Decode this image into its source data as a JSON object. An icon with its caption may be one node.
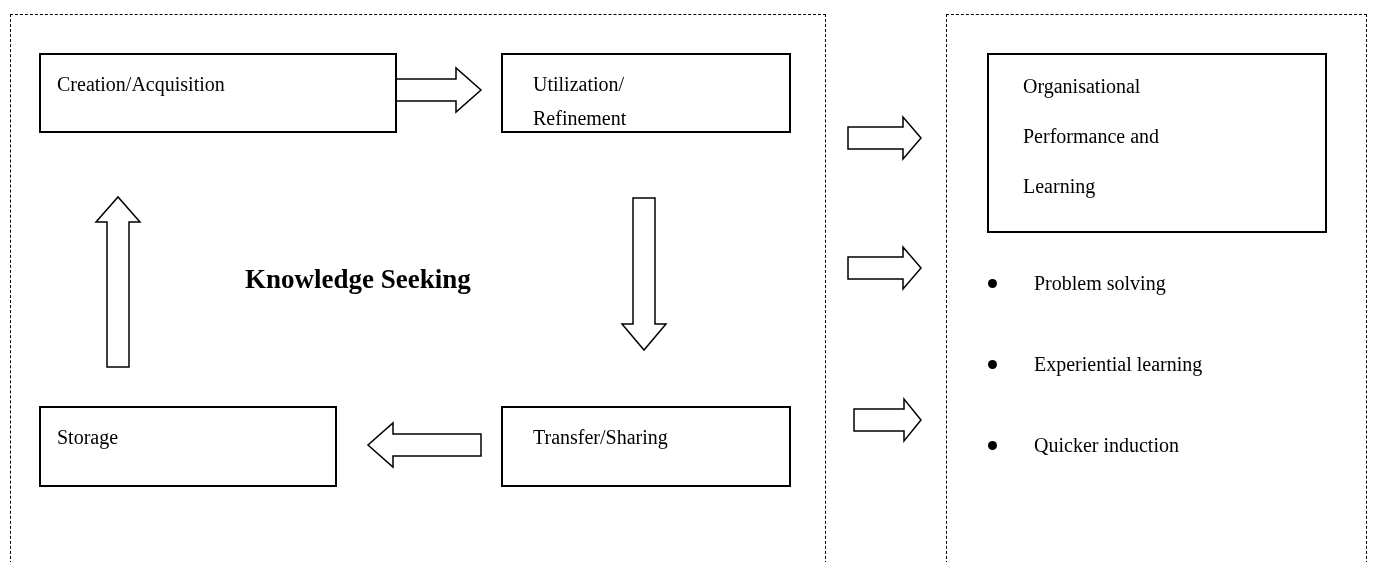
{
  "diagram": {
    "nodes": [
      {
        "text": [
          "Knowledge Seeking"
        ]
      },
      {
        "text": [
          "Creation/Acquisition"
        ],
        "in": 0
      },
      {
        "text": [
          "Utilization/ Refinement"
        ],
        "in": 0
      },
      {
        "text": [
          "Storage"
        ],
        "in": 0
      },
      {
        "text": [
          "Transfer/Sharing"
        ],
        "in": 0
      },
      {
        "text": [],
        "shape": "box"
      },
      {
        "text": [
          "Organisational Performance and Learning"
        ],
        "in": 5
      }
    ],
    "edges": [
      {
        "from": 1,
        "to": 2,
        "arrow": "to"
      },
      {
        "from": 2,
        "to": 4,
        "arrow": "to"
      },
      {
        "from": 4,
        "to": 3,
        "arrow": "to"
      },
      {
        "from": 3,
        "to": 1,
        "arrow": "to"
      },
      {
        "from": 0,
        "to": 5,
        "arrow": "to"
      },
      {
        "from": 0,
        "to": 5,
        "arrow": "to"
      },
      {
        "from": 0,
        "to": 5,
        "arrow": "to"
      }
    ],
    "labels": [
      "Problem solving",
      "Experiential learning",
      "Quicker induction"
    ]
  }
}
